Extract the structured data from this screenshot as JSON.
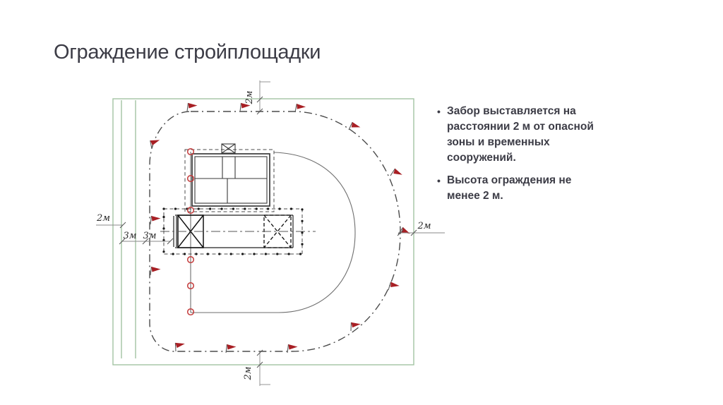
{
  "slide": {
    "title": "Ограждение стройплощадки",
    "bullet_marker": "•",
    "bullets": [
      {
        "label": "Забор выставляется на расстоянии 2 м от опасной зоны и временных сооружений."
      },
      {
        "label": "Высота ограждения не менее 2 м."
      }
    ]
  },
  "diagram": {
    "type": "construction-site-plan",
    "dimensions": {
      "top": "2м",
      "right": "2м",
      "bottom": "2м",
      "left_offset": "2м",
      "left_inner_1": "3м",
      "left_inner_2": "3м"
    },
    "colors": {
      "site_boundary_green": "#a3c3a3",
      "fence_dashed_line": "#4b4b4b",
      "danger_zone_line": "#6e6e6e",
      "flag_red": "#a81f24",
      "post_marker_red": "#c43c3c"
    }
  }
}
